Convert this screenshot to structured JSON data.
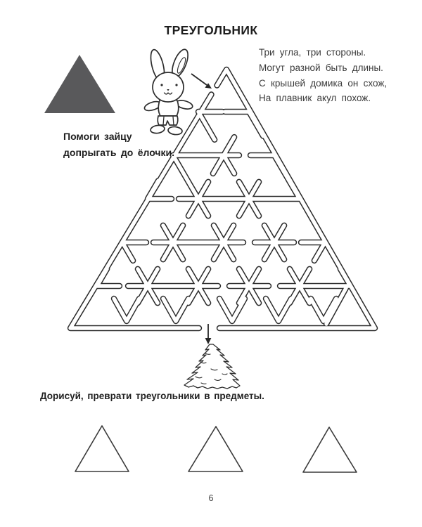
{
  "page": {
    "number": "6",
    "paper_color": "#ffffff",
    "ink_color": "#2b2b2b"
  },
  "title": "ТРЕУГОЛЬНИК",
  "poem": {
    "lines": [
      "Три угла, три стороны.",
      "Могут разной быть длины.",
      "С крышей домика он схож,",
      "На плавник акул похож."
    ]
  },
  "task1": {
    "line1": "Помоги зайцу",
    "line2": "допрыгать до ёлочки."
  },
  "task2": {
    "label": "Дорисуй, преврати треугольники в предметы."
  },
  "figures": {
    "solid_triangle_fill": "#59595b",
    "solid_triangle": "filled gray triangle sample",
    "bunny": "hand-drawn bunny character",
    "maze": "triangular maze with entrance arrow at top and exit arrow at bottom",
    "tree": "hand-drawn christmas tree (maze goal)",
    "practice_triangles_count": 3
  }
}
